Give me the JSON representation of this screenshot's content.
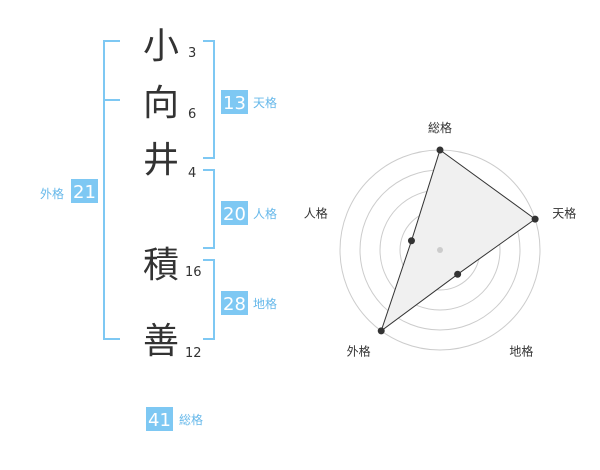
{
  "name": {
    "chars": [
      {
        "char": "小",
        "strokes": "3"
      },
      {
        "char": "向",
        "strokes": "6"
      },
      {
        "char": "井",
        "strokes": "4"
      },
      {
        "char": "積",
        "strokes": "16"
      },
      {
        "char": "善",
        "strokes": "12"
      }
    ]
  },
  "fortunes": {
    "tenkaku": {
      "value": "13",
      "label": "天格"
    },
    "jinkaku": {
      "value": "20",
      "label": "人格"
    },
    "chikaku": {
      "value": "28",
      "label": "地格"
    },
    "gaikaku": {
      "value": "21",
      "label": "外格"
    },
    "soukaku": {
      "value": "41",
      "label": "総格"
    }
  },
  "colors": {
    "accent": "#7ec8f3",
    "accent_text": "#66b8ea",
    "text": "#333333",
    "ring": "#cccccc",
    "radar_fill": "#f0f0f0"
  },
  "chart_data": {
    "type": "radar",
    "axes": [
      "総格",
      "天格",
      "地格",
      "外格",
      "人格"
    ],
    "values": [
      1.0,
      1.0,
      0.3,
      1.0,
      0.3
    ],
    "range": [
      0,
      1
    ],
    "rings": 5,
    "grid": true
  }
}
